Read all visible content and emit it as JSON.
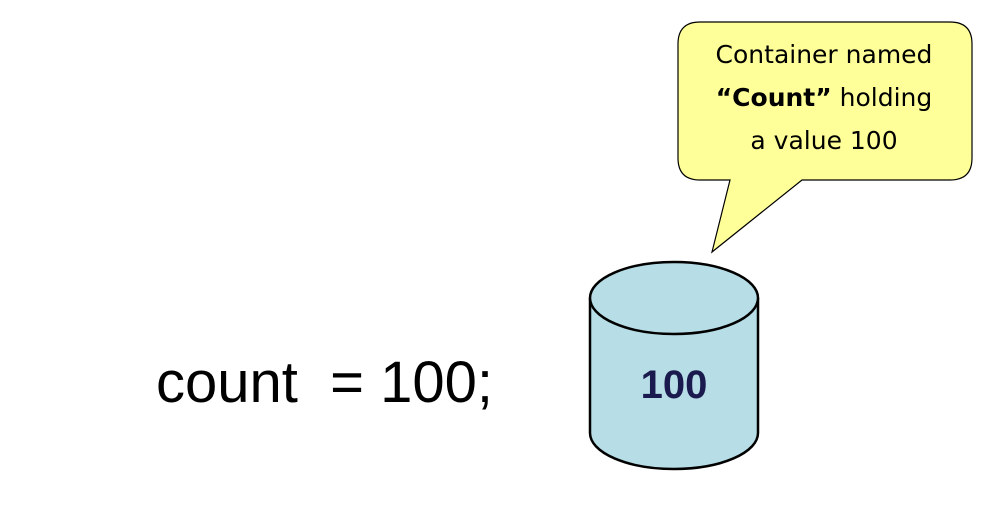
{
  "statement": {
    "text": "count  = 100;"
  },
  "callout": {
    "line1": "Container named",
    "line2_bold": "“Count”",
    "line2_rest": " holding",
    "line3": "a value 100"
  },
  "container": {
    "value": "100"
  },
  "colors": {
    "callout_fill": "#ffff99",
    "cylinder_fill": "#b7dde6",
    "value_text": "#1a1a4e",
    "stroke": "#000000"
  }
}
